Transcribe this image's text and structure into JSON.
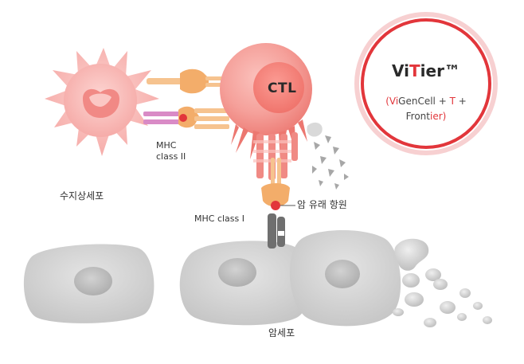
{
  "labels": {
    "dendritic_cell": "수지상세포",
    "mhc_class_2_line1": "MHC",
    "mhc_class_2_line2": "class II",
    "mhc_class_1": "MHC class I",
    "ctl": "CTL",
    "tumor_antigen": "암 유래 항원",
    "cancer_cell": "암세포"
  },
  "badge": {
    "title_pre": "Vi",
    "title_accent": "T",
    "title_post": "ier™",
    "subtitle_open": "(",
    "subtitle_vi": "Vi",
    "subtitle_gencell": "GenCell + ",
    "subtitle_t": "T",
    "subtitle_plus": " +",
    "subtitle_front": "Front",
    "subtitle_ier": "ier",
    "subtitle_close": ")"
  },
  "colors": {
    "accent": "#e2363b",
    "ctl_fill": "#f08a84",
    "dendritic_fill": "#f9bcbb",
    "cancer_fill": "#d6d6d6",
    "receptor_orange": "#f6c38f",
    "mhc2_purple": "#d98bc6",
    "mhc1_gray": "#6f6f6f"
  }
}
